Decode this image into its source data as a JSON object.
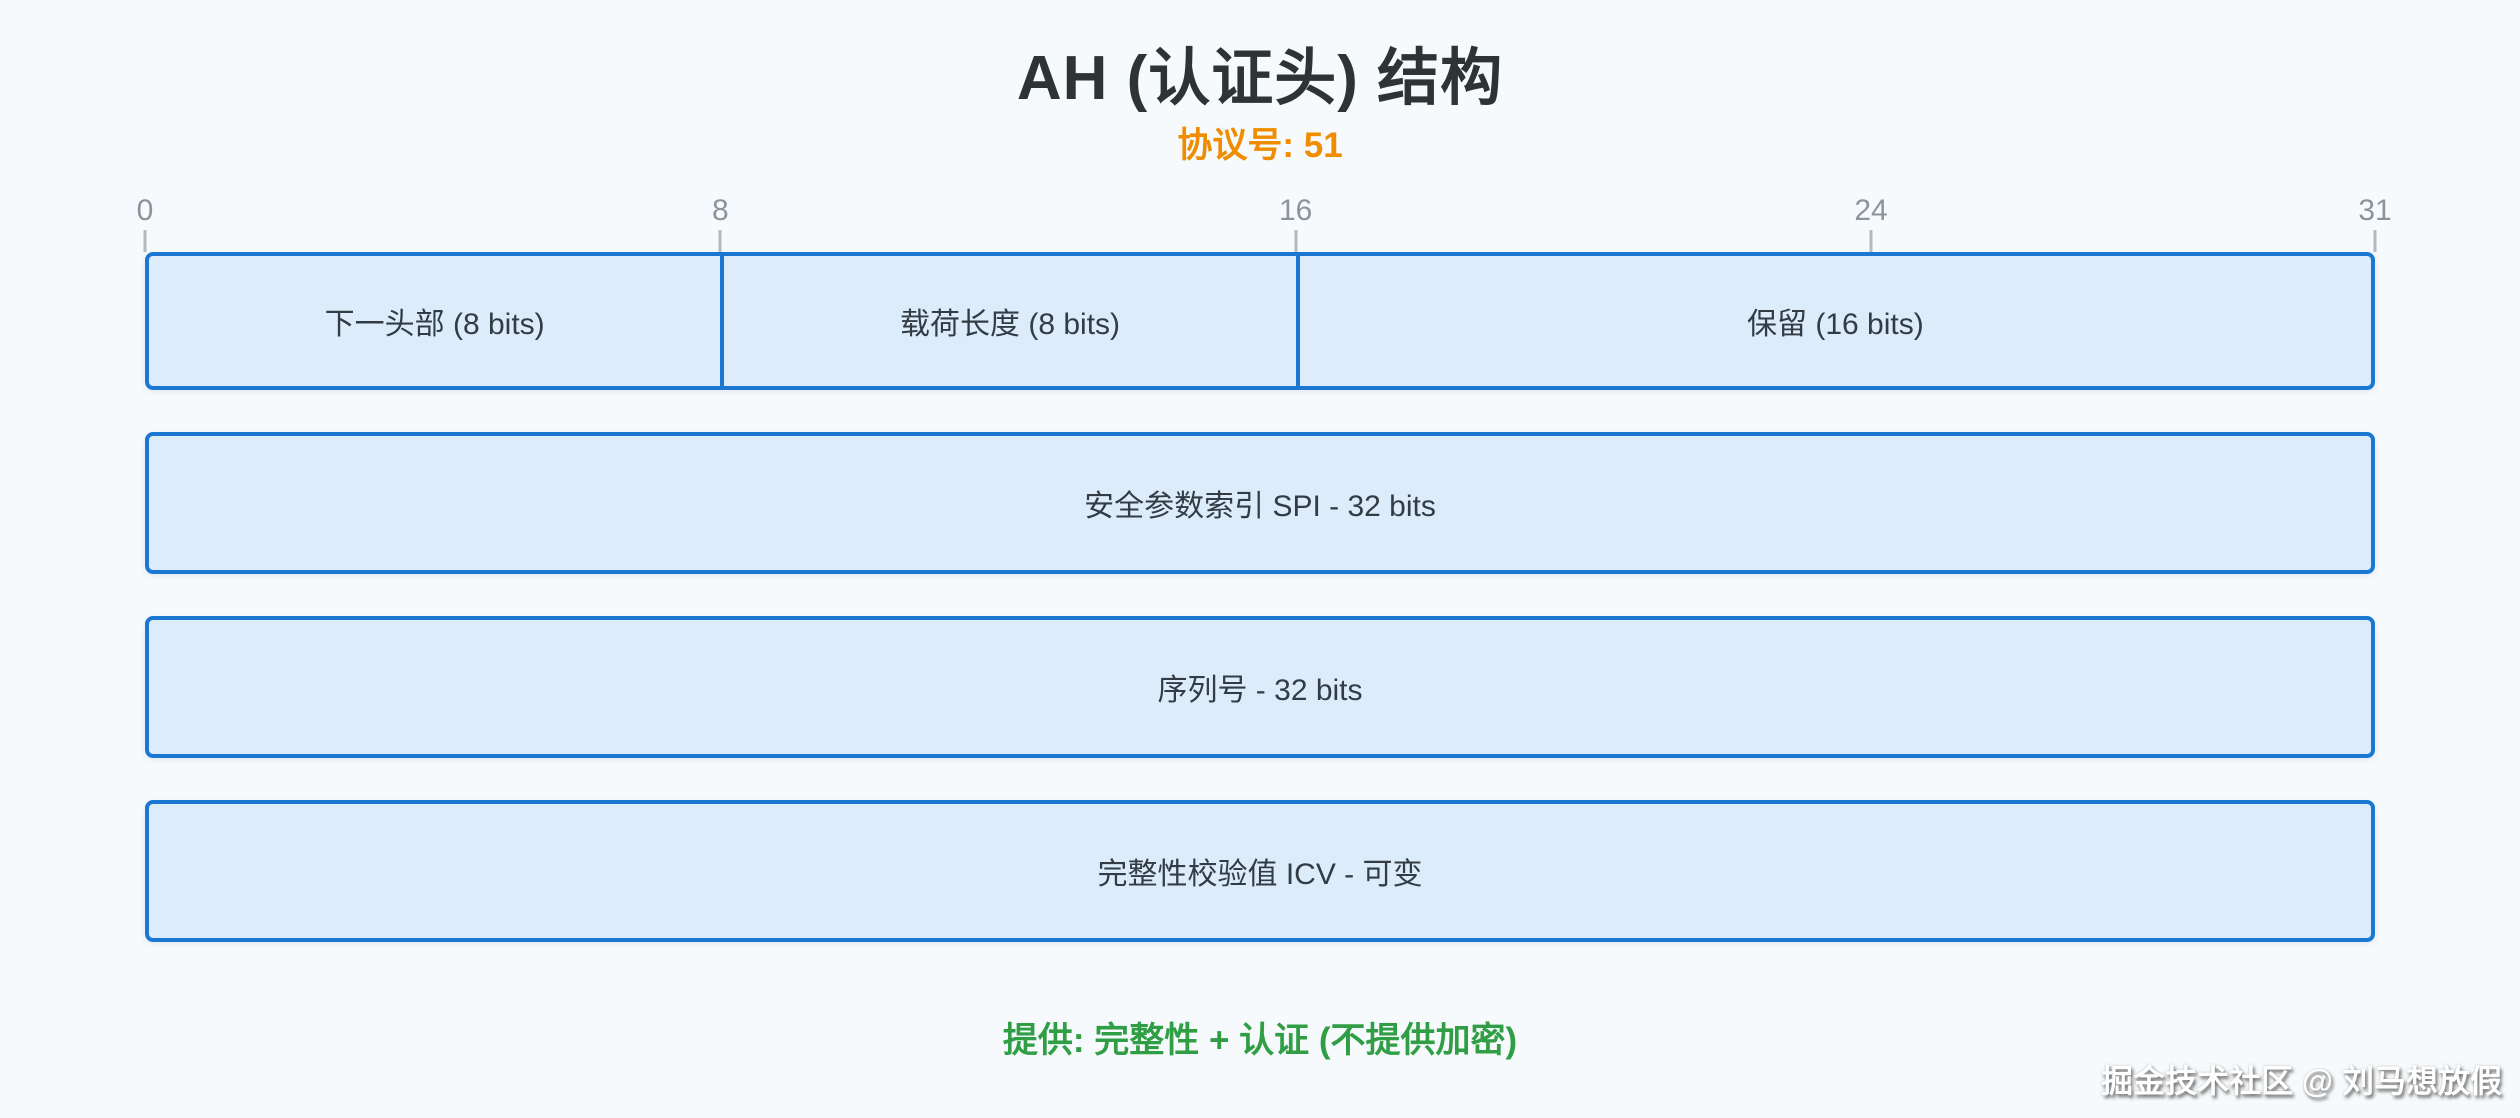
{
  "colors": {
    "page-bg": "#f7fafc",
    "title": "#2d3436",
    "accent-orange": "#f08c00",
    "field-border": "#1c77d2",
    "field-fill": "#ddecfb",
    "field-text": "#333c44",
    "ruler-text": "#8b949c",
    "ruler-tick": "#b3bac0",
    "note-green": "#2f9e44"
  },
  "header": {
    "title": "AH (认证头) 结构",
    "subtitle": "协议号: 51"
  },
  "ruler": {
    "labels": [
      "0",
      "8",
      "16",
      "24",
      "31"
    ]
  },
  "diagram": {
    "row1": {
      "cells": [
        {
          "label": "下一头部 (8 bits)"
        },
        {
          "label": "载荷长度 (8 bits)"
        },
        {
          "label": "保留 (16 bits)"
        }
      ]
    },
    "row2": {
      "label": "安全参数索引 SPI - 32 bits"
    },
    "row3": {
      "label": "序列号 - 32 bits"
    },
    "row4": {
      "label": "完整性校验值 ICV - 可变"
    }
  },
  "footer": {
    "note": "提供: 完整性 + 认证 (不提供加密)"
  },
  "watermark": {
    "text": "掘金技术社区 @ 刘马想放假"
  }
}
